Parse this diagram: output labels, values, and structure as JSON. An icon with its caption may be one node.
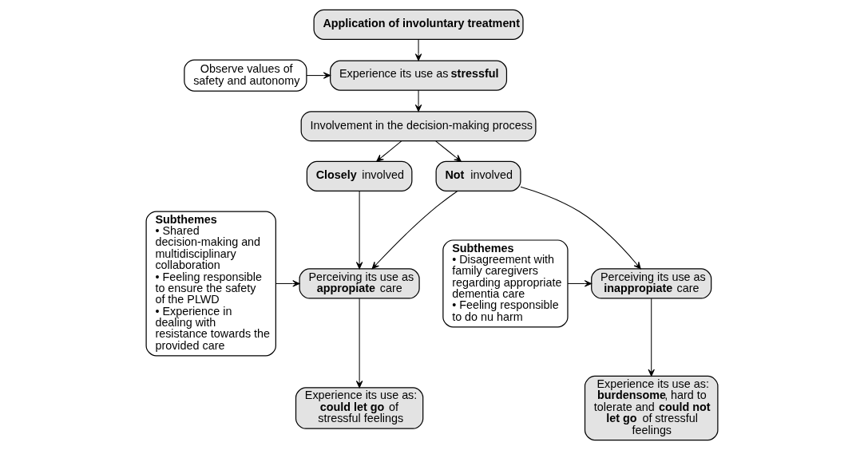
{
  "diagram": {
    "nodes": [
      {
        "text": [
          "Application of involuntary treatment"
        ]
      },
      {
        "text": [
          "Observe values of safety and autonomy"
        ]
      },
      {
        "text": [
          "Experience its use as **stressful**"
        ]
      },
      {
        "text": [
          "Involvement in the decision-making process"
        ]
      },
      {
        "text": [
          "**Closely** involved"
        ]
      },
      {
        "text": [
          "**Not** involved"
        ]
      },
      {
        "text": [
          "Perceiving its use as **appropiate** care"
        ]
      },
      {
        "text": [
          "Perceiving its use as **inappropiate** care"
        ]
      },
      {
        "text": [
          "Experience its use as: **could let go** of stressful feelings"
        ]
      },
      {
        "text": [
          "Experience its use as: **burdensome**, hard to tolerate and **could not let go** of stressful feelings"
        ]
      },
      {
        "text": [
          "Subthemes",
          "• Shared decision-making and multidisciplinary collaboration",
          "• Feeling responsible to ensure the safety of the PLWD",
          "• Experience in dealing with resistance towards the provided care"
        ]
      },
      {
        "text": [
          "Subthemes",
          "• Disagreement with family caregivers regarding appropriate dementia care",
          "• Feeling responsible to do nu harm"
        ]
      }
    ],
    "edges": [
      {
        "from": 0,
        "to": 2,
        "arrow": "to"
      },
      {
        "from": 1,
        "to": 2,
        "arrow": "to"
      },
      {
        "from": 2,
        "to": 3,
        "arrow": "to"
      },
      {
        "from": 3,
        "to": 4,
        "arrow": "to"
      },
      {
        "from": 3,
        "to": 5,
        "arrow": "to"
      },
      {
        "from": 4,
        "to": 6,
        "arrow": "to"
      },
      {
        "from": 5,
        "to": 6,
        "arrow": "to"
      },
      {
        "from": 5,
        "to": 7,
        "arrow": "to"
      },
      {
        "from": 6,
        "to": 8,
        "arrow": "to"
      },
      {
        "from": 7,
        "to": 9,
        "arrow": "to"
      },
      {
        "from": 10,
        "to": 6,
        "arrow": "to"
      },
      {
        "from": 11,
        "to": 7,
        "arrow": "to"
      }
    ]
  }
}
